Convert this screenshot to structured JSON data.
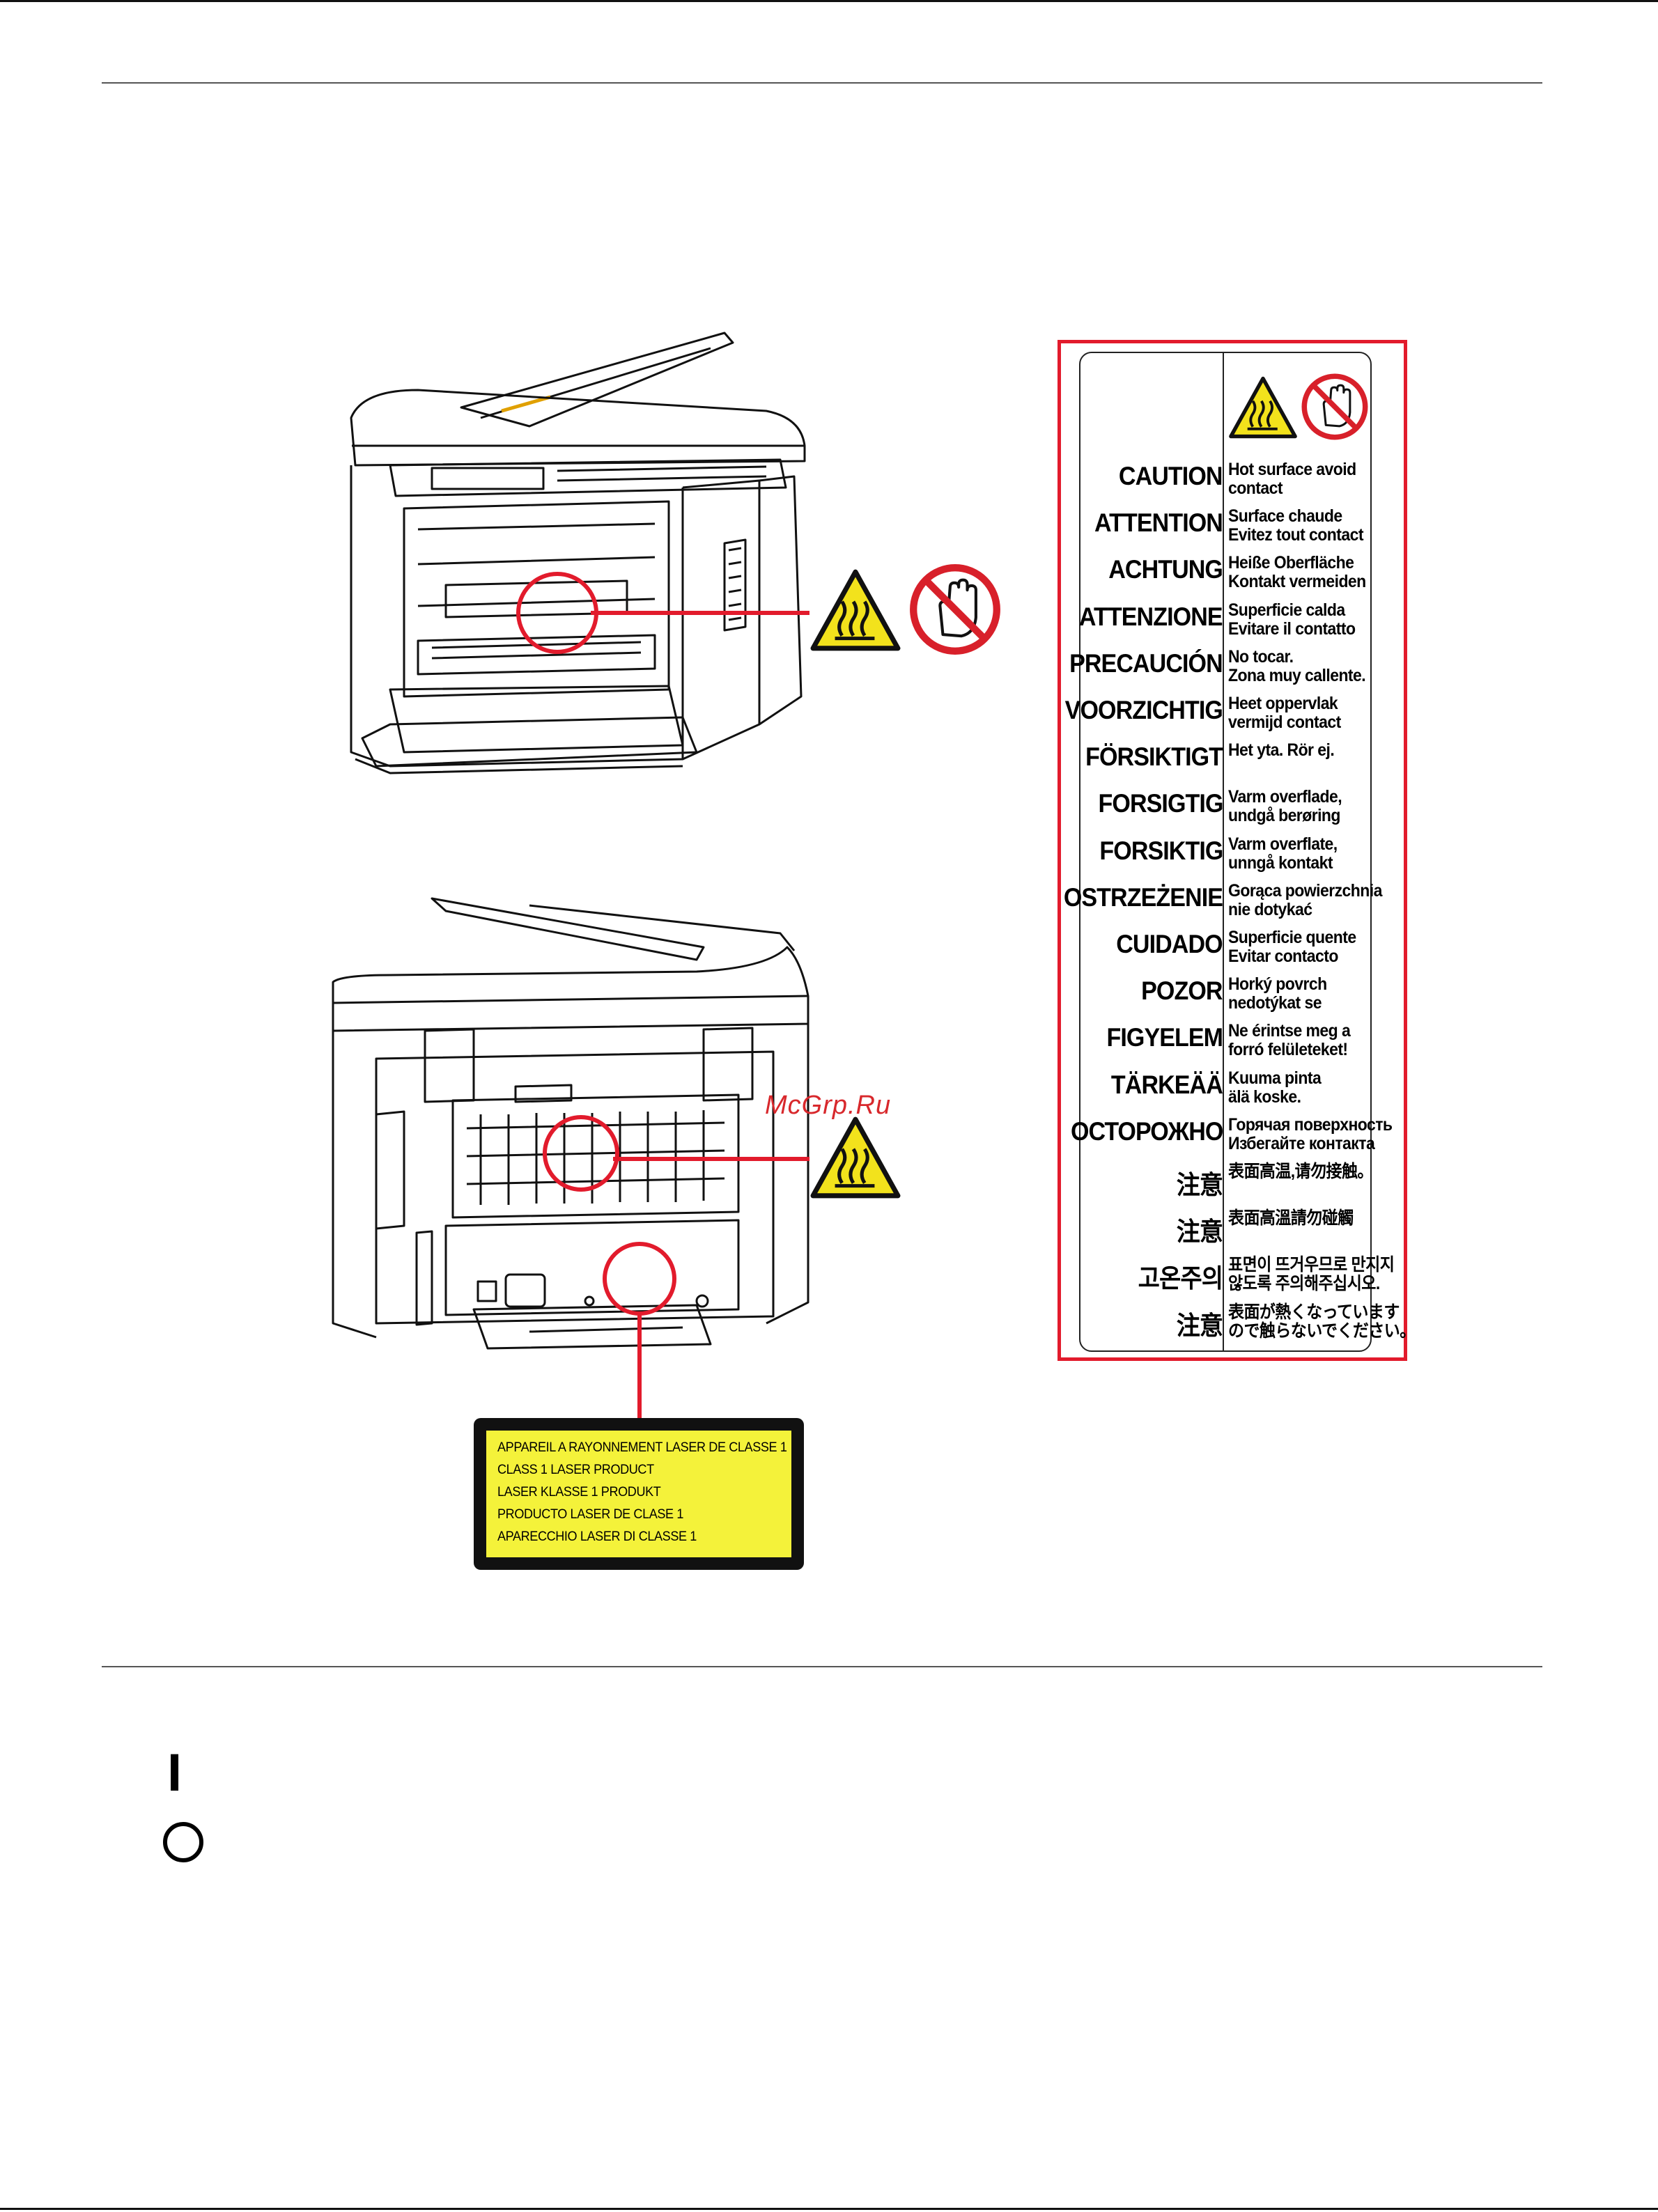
{
  "watermark": "McGrp.Ru",
  "caution_label": {
    "rows": [
      {
        "word": "CAUTION",
        "message": "Hot surface avoid\ncontact"
      },
      {
        "word": "ATTENTION",
        "message": "Surface chaude\nEvitez tout contact"
      },
      {
        "word": "ACHTUNG",
        "message": "Heiße Oberfläche\nKontakt vermeiden"
      },
      {
        "word": "ATTENZIONE",
        "message": "Superficie calda\nEvitare il contatto"
      },
      {
        "word": "PRECAUCIÓN",
        "message": "No tocar.\nZona muy callente."
      },
      {
        "word": "VOORZICHTIG",
        "message": "Heet oppervlak\nvermijd contact"
      },
      {
        "word": "FÖRSIKTIGT",
        "message": "Het yta. Rör ej."
      },
      {
        "word": "FORSIGTIG",
        "message": "Varm overflade,\nundgå berøring"
      },
      {
        "word": "FORSIKTIG",
        "message": "Varm overflate,\nunngå kontakt"
      },
      {
        "word": "OSTRZEŻENIE",
        "message": "Gorąca powierzchnia\nnie dotykać"
      },
      {
        "word": "CUIDADO",
        "message": "Superficie quente\nEvitar contacto"
      },
      {
        "word": "POZOR",
        "message": "Horký povrch\nnedotýkat se"
      },
      {
        "word": "FIGYELEM",
        "message": "Ne érintse meg a\nforró felületeket!"
      },
      {
        "word": "TÄRKEÄÄ",
        "message": "Kuuma pinta\nälä koske."
      },
      {
        "word": "ОСТОРОЖНО",
        "message": "Горячая поверхность\nИзбегайте контакта"
      },
      {
        "word": "注意",
        "message": "表面高温,请勿接触。"
      },
      {
        "word": "注意",
        "message": "表面高溫請勿碰觸"
      },
      {
        "word": "고온주의",
        "message": "표면이 뜨거우므로 만지지\n않도록 주의해주십시오."
      },
      {
        "word": "注意",
        "message": "表面が熱くなっています\nので触らないでください。"
      }
    ]
  },
  "laser_label": {
    "lines": [
      "APPAREIL A RAYONNEMENT LASER DE CLASSE 1",
      "CLASS 1 LASER PRODUCT",
      "LASER KLASSE 1 PRODUKT",
      "PRODUCTO LASER DE CLASE 1",
      "APARECCHIO LASER DI CLASSE 1"
    ]
  },
  "power_symbols": {
    "on": "I",
    "off": "O"
  },
  "icons": [
    "hot-surface-warning-icon",
    "no-touch-icon"
  ],
  "colors": {
    "accent_red": "#e21b2c",
    "laser_yellow": "#f4f23a",
    "warning_yellow": "#f2e21c"
  }
}
